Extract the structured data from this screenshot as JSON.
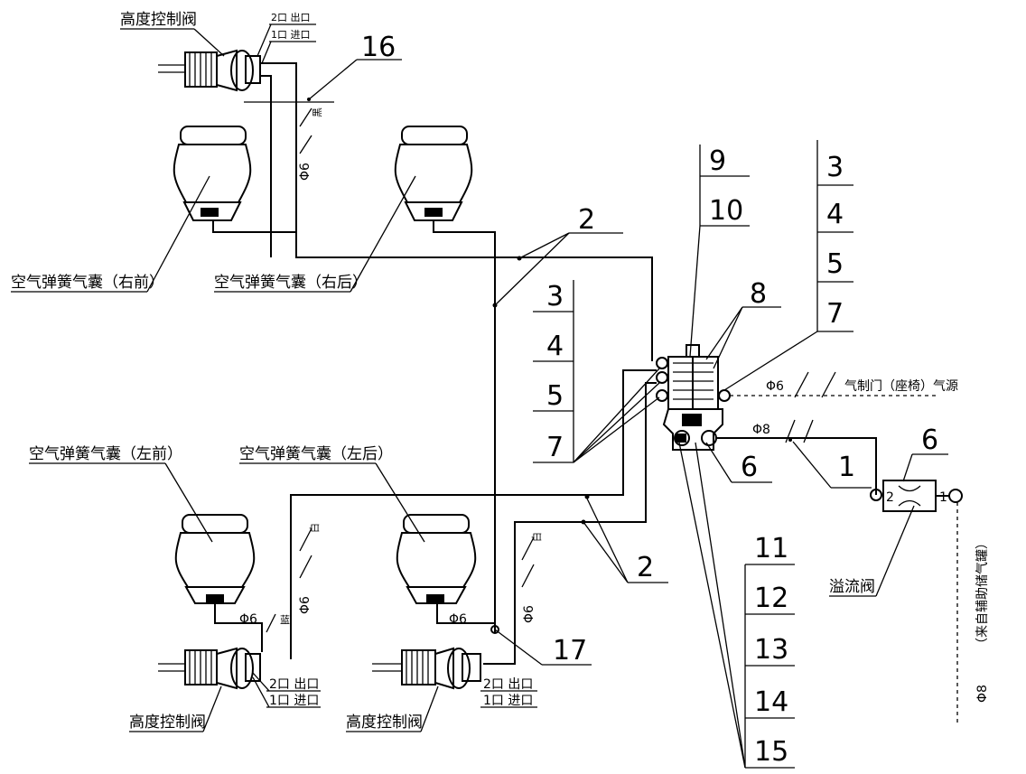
{
  "labels": {
    "height_valve": "高度控制阀",
    "airbag_right_front": "空气弹簧气囊（右前）",
    "airbag_right_rear": "空气弹簧气囊（右后）",
    "airbag_left_front": "空气弹簧气囊（左前）",
    "airbag_left_rear": "空气弹簧气囊（左后）",
    "overflow_valve": "溢流阀",
    "air_source_text": "气制门（座椅）气源",
    "pipe_phi6": "Φ6",
    "pipe_phi8": "Φ8",
    "port_2": "2",
    "port_1": "1",
    "port_label_2": "2口 出口",
    "port_label_1": "1口 进口",
    "vertical_source_text": "（来自辅助储气罐）",
    "white_mark": "白",
    "black_mark": "黑",
    "blue_mark": "蓝"
  },
  "callouts": {
    "n1": "1",
    "n2": "2",
    "n3": "3",
    "n4": "4",
    "n5": "5",
    "n6": "6",
    "n7": "7",
    "n8": "8",
    "n9": "9",
    "n10": "10",
    "n11": "11",
    "n12": "12",
    "n13": "13",
    "n14": "14",
    "n15": "15",
    "n16": "16",
    "n17": "17"
  }
}
